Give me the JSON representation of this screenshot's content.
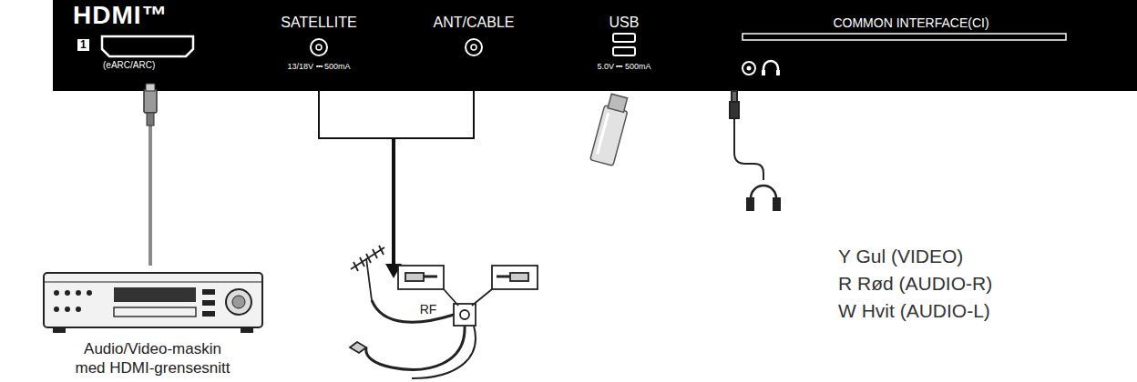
{
  "diagram": {
    "nodes": [
      {
        "text": [
          "HDMI™",
          "1",
          "(eARC/ARC)"
        ]
      },
      {
        "text": [
          "Audio/Video-maskin med HDMI-grensesnitt"
        ]
      }
    ],
    "edges": [
      {
        "from": 0,
        "to": 1,
        "arrow": "none"
      }
    ],
    "labels": [
      "SATELLITE",
      "13/18V ⎓ 500mA",
      "ANT/CABLE",
      "USB",
      "5.0V ⎓ 500mA",
      "COMMON INTERFACE(CI)",
      "RF",
      "Y Gul (VIDEO)",
      "R Rød (AUDIO-R)",
      "W Hvit (AUDIO-L)"
    ]
  }
}
